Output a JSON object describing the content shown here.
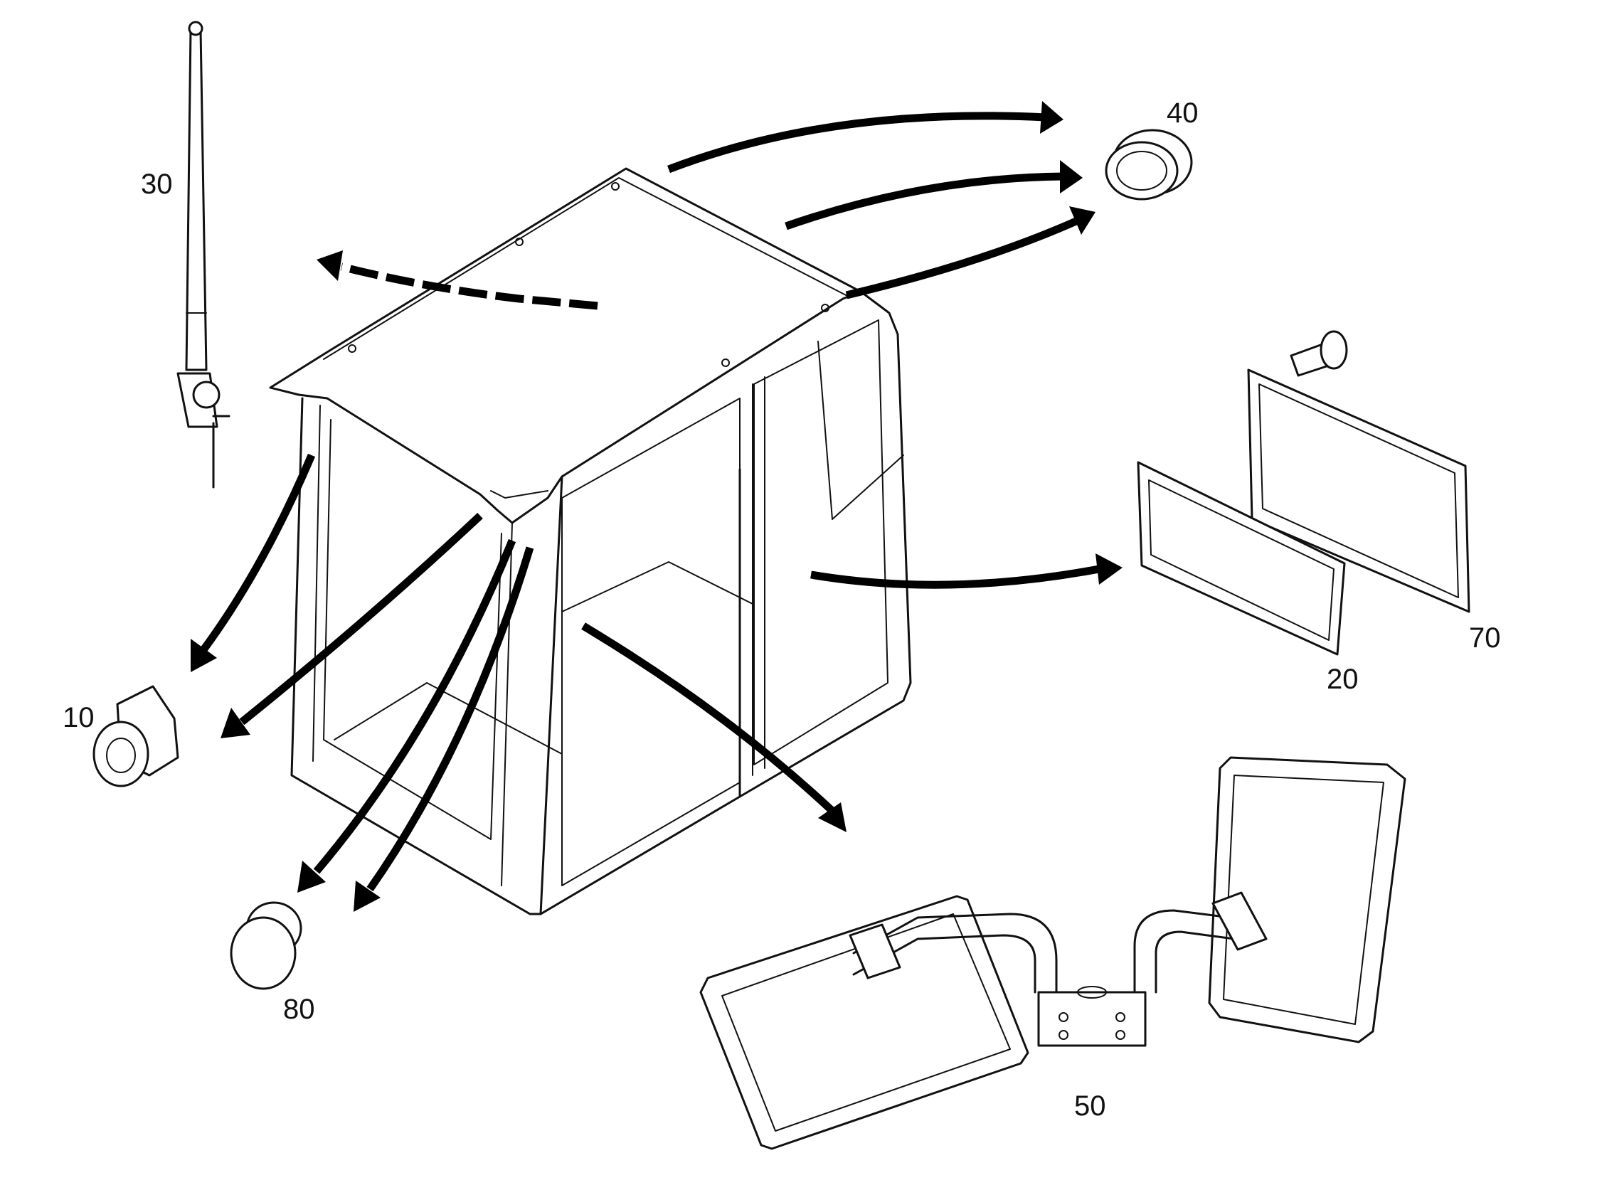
{
  "callouts": {
    "c10": "10",
    "c20": "20",
    "c30": "30",
    "c40": "40",
    "c50": "50",
    "c70": "70",
    "c80": "80"
  },
  "icons": {
    "cab": "cab-frame-icon",
    "antenna": "antenna-icon",
    "grommet": "grommet-icon",
    "ring": "ring-seal-icon",
    "filter": "filter-icon",
    "grille": "vent-grille-icon",
    "plug": "plug-icon",
    "mirror": "mirror-assembly-icon"
  }
}
